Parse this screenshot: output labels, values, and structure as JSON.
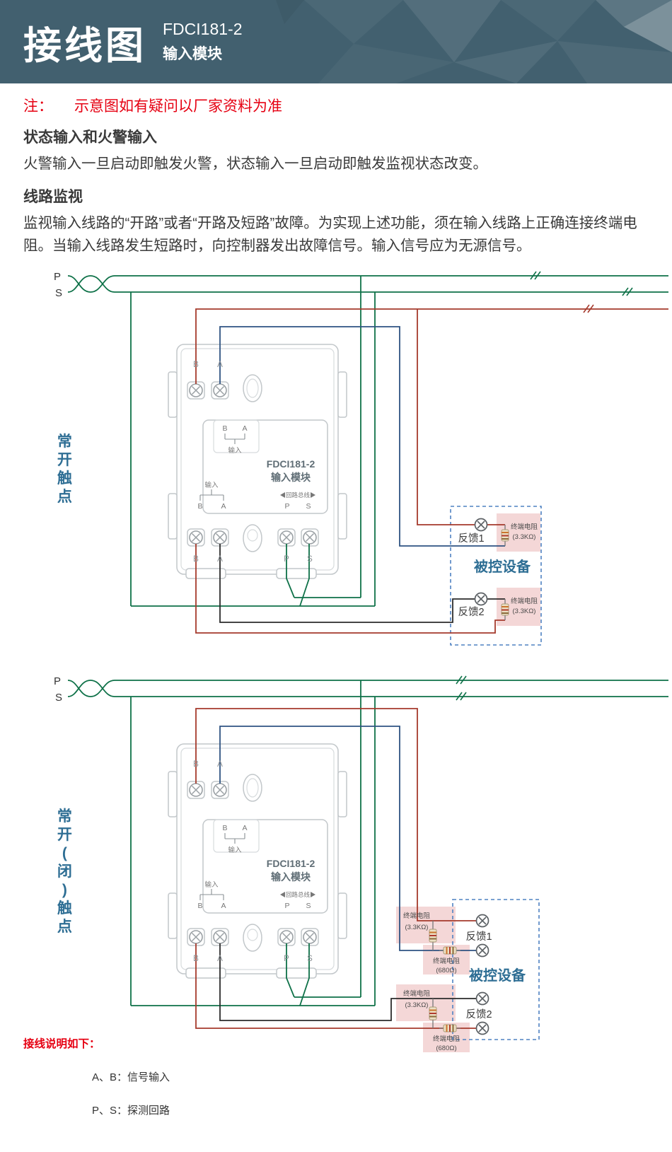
{
  "header": {
    "title": "接线图",
    "model": "FDCI181-2",
    "subtitle": "输入模块"
  },
  "notes": {
    "warning_label": "注：",
    "warning_text": "示意图如有疑问以厂家资料为准",
    "s1_title": "状态输入和火警输入",
    "s1_body": "火警输入一旦启动即触发火警，状态输入一旦启动即触发监视状态改变。",
    "s2_title": "线路监视",
    "s2_body": "监视输入线路的“开路”或者“开路及短路”故障。为实现上述功能，须在输入线路上正确连接终端电阻。当输入线路发生短路时，向控制器发出故障信号。输入信号应为无源信号。"
  },
  "bus": {
    "p": "P",
    "s": "S"
  },
  "module": {
    "name": "FDCI181-2",
    "type": "输入模块",
    "b": "B",
    "a": "A",
    "p": "P",
    "s": "S",
    "input": "输入",
    "loop": "◀回路总线▶"
  },
  "diagram1": {
    "side_label": "常开触点",
    "device_label": "被控设备",
    "fb1": "反馈1",
    "fb2": "反馈2",
    "res_label": "终端电阻",
    "res_value": "(3.3KΩ)"
  },
  "diagram2": {
    "side_label": "常开(闭)触点",
    "device_label": "被控设备",
    "fb1": "反馈1",
    "fb2": "反馈2",
    "res1_label": "终端电阻",
    "res1_value": "(3.3KΩ)",
    "res2_label": "终端电阻",
    "res2_value": "(680Ω)"
  },
  "footer": {
    "title": "接线说明如下：",
    "item1_term": "A、B：",
    "item1_desc": "信号输入",
    "item2_term": "P、S：",
    "item2_desc": "探测回路"
  },
  "colors": {
    "banner": "#42606f",
    "accent_red": "#e60012",
    "wire_red": "#a53a2c",
    "wire_blue": "#2f5382",
    "wire_green": "#0e7148",
    "wire_black": "#2b2b2b",
    "label_blue": "#2e6e94",
    "dashed_box": "#4f82c2",
    "resistor_box_pink": "#f4d7d7"
  }
}
